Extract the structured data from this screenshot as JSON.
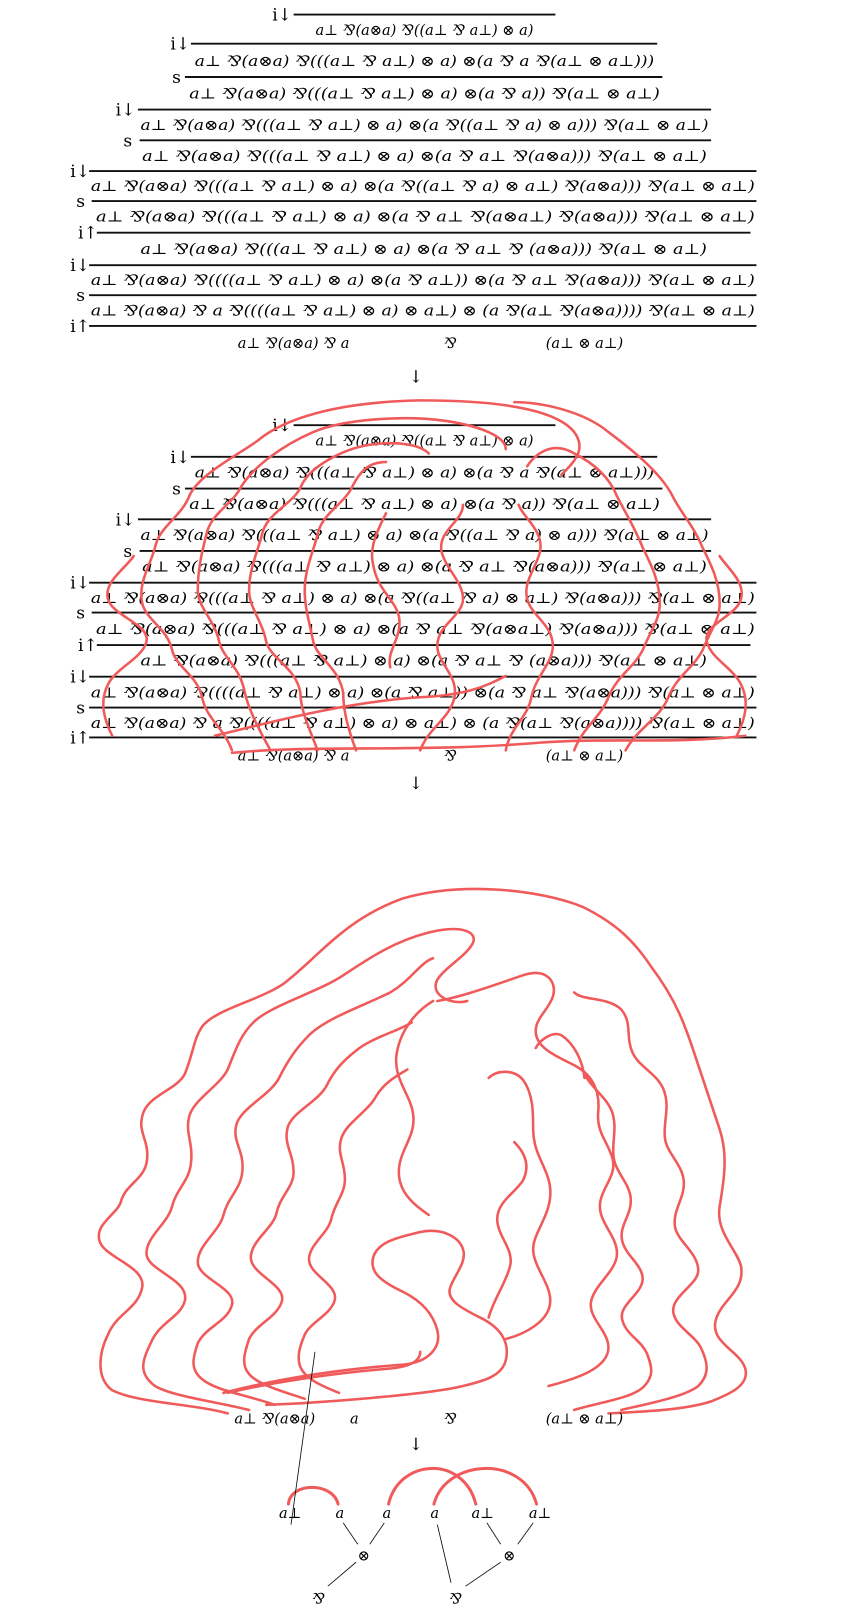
{
  "derivation": {
    "rows": [
      {
        "rule": "i↓",
        "text": "a⊥ ⅋(a⊗a) ⅋((a⊥ ⅋ a⊥) ⊗ a)"
      },
      {
        "rule": "i↓",
        "text": "a⊥ ⅋(a⊗a) ⅋(((a⊥ ⅋ a⊥) ⊗ a) ⊗(a ⅋ a ⅋(a⊥ ⊗ a⊥)))"
      },
      {
        "rule": "s",
        "text": "a⊥ ⅋(a⊗a) ⅋(((a⊥ ⅋ a⊥) ⊗ a) ⊗(a ⅋ a)) ⅋(a⊥ ⊗ a⊥)"
      },
      {
        "rule": "i↓",
        "text": "a⊥ ⅋(a⊗a) ⅋(((a⊥ ⅋ a⊥) ⊗ a) ⊗(a ⅋((a⊥ ⅋ a) ⊗ a))) ⅋(a⊥ ⊗ a⊥)"
      },
      {
        "rule": "s",
        "text": "a⊥ ⅋(a⊗a) ⅋(((a⊥ ⅋ a⊥) ⊗ a) ⊗(a ⅋ a⊥ ⅋(a⊗a))) ⅋(a⊥ ⊗ a⊥)"
      },
      {
        "rule": "i↓",
        "text": "a⊥ ⅋(a⊗a) ⅋(((a⊥ ⅋ a⊥) ⊗ a) ⊗(a ⅋((a⊥ ⅋ a) ⊗ a⊥) ⅋(a⊗a))) ⅋(a⊥ ⊗ a⊥)"
      },
      {
        "rule": "s",
        "text": "a⊥ ⅋(a⊗a) ⅋(((a⊥ ⅋ a⊥) ⊗ a) ⊗(a ⅋ a⊥ ⅋(a⊗a⊥) ⅋(a⊗a))) ⅋(a⊥ ⊗ a⊥)"
      },
      {
        "rule": "i↑",
        "text": "a⊥ ⅋(a⊗a) ⅋(((a⊥ ⅋ a⊥) ⊗ a) ⊗(a ⅋ a⊥ ⅋ (a⊗a))) ⅋(a⊥ ⊗ a⊥)"
      },
      {
        "rule": "i↓",
        "text": "a⊥ ⅋(a⊗a) ⅋((((a⊥ ⅋ a⊥) ⊗ a) ⊗(a ⅋ a⊥)) ⊗(a ⅋ a⊥ ⅋(a⊗a))) ⅋(a⊥ ⊗ a⊥)"
      },
      {
        "rule": "s",
        "text": "a⊥ ⅋(a⊗a) ⅋ a ⅋((((a⊥ ⅋ a⊥) ⊗ a) ⊗ a⊥) ⊗ (a ⅋(a⊥ ⅋(a⊗a)))) ⅋(a⊥ ⊗ a⊥)"
      },
      {
        "rule": "i↑",
        "text": ""
      }
    ],
    "conclusion": {
      "left": "a⊥ ⅋(a⊗a) ⅋ a",
      "middle": "⅋",
      "right": "(a⊥ ⊗ a⊥)"
    }
  },
  "arrows": [
    "↓",
    "↓",
    "↓"
  ],
  "flow_stage": {
    "labels": [
      "a⊥ ⅋(a⊗a)",
      "a",
      "⅋",
      "(a⊥ ⊗ a⊥)"
    ]
  },
  "proof_net": {
    "atoms": [
      "a⊥",
      "a",
      "a",
      "a",
      "a⊥",
      "a⊥"
    ],
    "tensors": [
      "⊗",
      "⊗"
    ],
    "pars": [
      "⅋",
      "⅋"
    ]
  },
  "colors": {
    "flow": "#f05a5a",
    "ink": "#111111"
  }
}
